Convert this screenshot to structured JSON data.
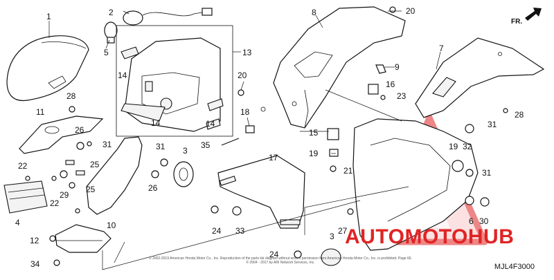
{
  "diagram": {
    "part_numbers": [
      "1",
      "2",
      "3",
      "3",
      "4",
      "5",
      "6",
      "7",
      "8",
      "9",
      "10",
      "11",
      "12",
      "13",
      "14",
      "14",
      "14",
      "15",
      "16",
      "17",
      "18",
      "19",
      "19",
      "20",
      "20",
      "21",
      "22",
      "22",
      "23",
      "24",
      "24",
      "25",
      "25",
      "26",
      "26",
      "27",
      "28",
      "28",
      "29",
      "30",
      "31",
      "31",
      "31",
      "31",
      "32",
      "33",
      "34",
      "35"
    ],
    "front_label": "FR.",
    "diagram_code": "MJL4F3000",
    "copyright": "© 2002-2019 American Honda Motor Co., Inc. Reproduction of the parts list diagram without written permission from American Honda Motor Co., Inc. is prohibited. Page 66. © 2004 - 2017 by ARI Network Services, Inc.",
    "watermark": "AUTOMOTOHUB",
    "colors": {
      "line": "#111111",
      "watermark": "#e02424",
      "watermark_fill": "#f4a6a6"
    }
  }
}
